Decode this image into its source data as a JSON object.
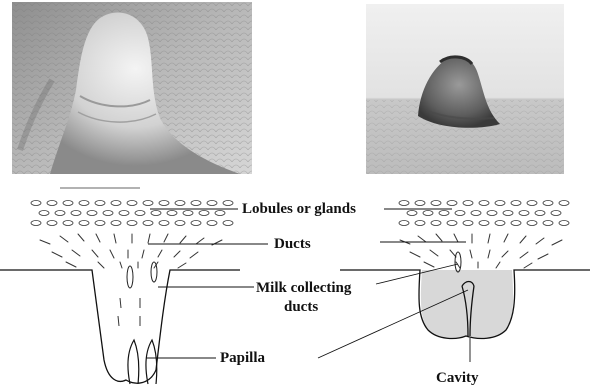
{
  "labels": {
    "lobules": "Lobules or glands",
    "ducts": "Ducts",
    "milk_line1": "Milk collecting",
    "milk_line2": "ducts",
    "papilla": "Papilla",
    "cavity": "Cavity"
  }
}
